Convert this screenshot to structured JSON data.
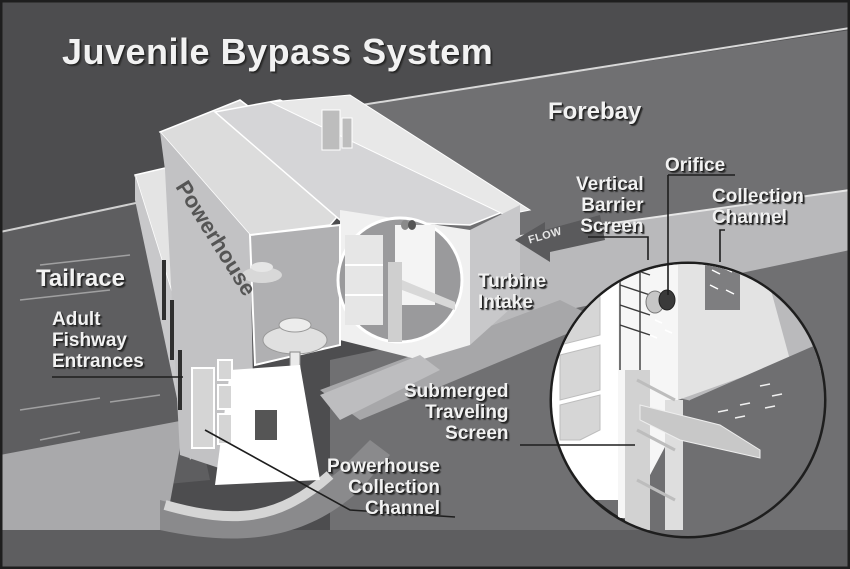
{
  "title": "Juvenile Bypass System",
  "labels": {
    "forebay": "Forebay",
    "tailrace": "Tailrace",
    "powerhouse": "Powerhouse",
    "flow": "FLOW",
    "turbine_intake": [
      "Turbine",
      "Intake"
    ],
    "adult_fishway_entrances": [
      "Adult",
      "Fishway",
      "Entrances"
    ],
    "vertical_barrier_screen": [
      "Vertical",
      "Barrier",
      "Screen"
    ],
    "orifice": "Orifice",
    "collection_channel": [
      "Collection",
      "Channel"
    ],
    "submerged_traveling_screen": [
      "Submerged",
      "Traveling",
      "Screen"
    ],
    "powerhouse_collection_channel": [
      "Powerhouse",
      "Collection",
      "Channel"
    ]
  },
  "colors": {
    "background_dark": "#4d4d4f",
    "water_forebay": "#6f6f71",
    "water_tailrace": "#5e5e60",
    "dam_light": "#d9d9d9",
    "dam_white": "#f4f4f4",
    "label_text": "#f2f2f2",
    "frame": "#1e1e1e"
  }
}
